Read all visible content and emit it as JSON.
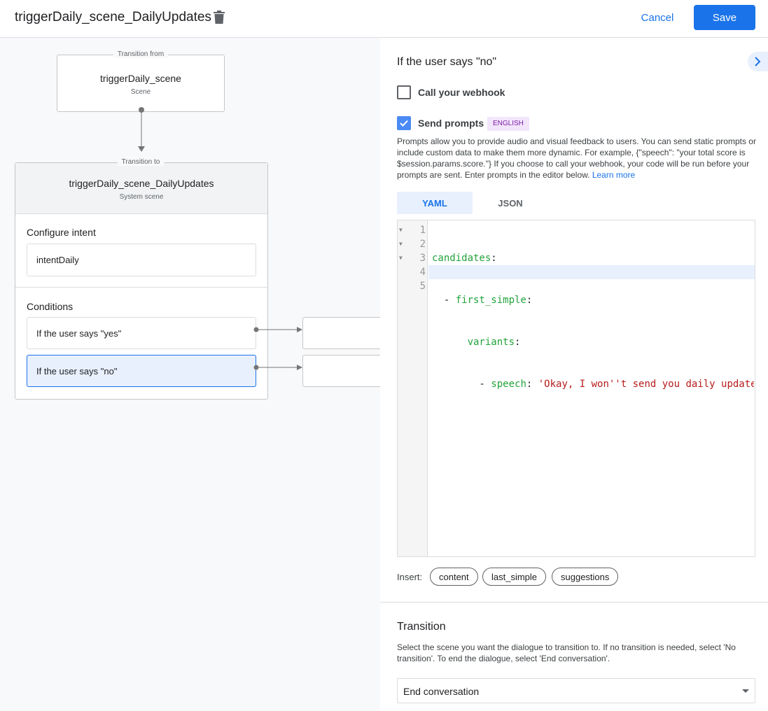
{
  "header": {
    "title": "triggerDaily_scene_DailyUpdates",
    "cancel": "Cancel",
    "save": "Save"
  },
  "canvas": {
    "from_label": "Transition from",
    "from_name": "triggerDaily_scene",
    "from_type": "Scene",
    "to_label": "Transition to",
    "to_name": "triggerDaily_scene_DailyUpdates",
    "to_type": "System scene",
    "intent_heading": "Configure intent",
    "intent": "intentDaily",
    "conditions_heading": "Conditions",
    "conditions": [
      "If the user says \"yes\"",
      "If the user says \"no\""
    ]
  },
  "panel": {
    "heading": "If the user says \"no\"",
    "webhook_label": "Call your webhook",
    "webhook_checked": false,
    "prompts_label": "Send prompts",
    "prompts_checked": true,
    "lang_badge": "ENGLISH",
    "description": "Prompts allow you to provide audio and visual feedback to users. You can send static prompts or include custom data to make them more dynamic. For example, {\"speech\": \"your total score is $session.params.score.\"} If you choose to call your webhook, your code will be run before your prompts are sent. Enter prompts in the editor below.",
    "learn_more": "Learn more",
    "tabs": [
      "YAML",
      "JSON"
    ],
    "active_tab": "YAML",
    "code": {
      "line_numbers": [
        "1",
        "2",
        "3",
        "4",
        "5"
      ],
      "l1_key": "candidates",
      "l2_key": "first_simple",
      "l3_key": "variants",
      "l4_key": "speech",
      "l4_value": "'Okay, I won''t send you daily update"
    },
    "insert_label": "Insert:",
    "insert_chips": [
      "content",
      "last_simple",
      "suggestions"
    ],
    "transition_heading": "Transition",
    "transition_desc": "Select the scene you want the dialogue to transition to. If no transition is needed, select 'No transition'. To end the dialogue, select 'End conversation'.",
    "transition_value": "End conversation"
  },
  "colors": {
    "accent": "#1a73e8",
    "selected_condition": "#e8f0fe",
    "badge_bg": "#f3e5fc",
    "badge_text": "#7b1fa2"
  }
}
